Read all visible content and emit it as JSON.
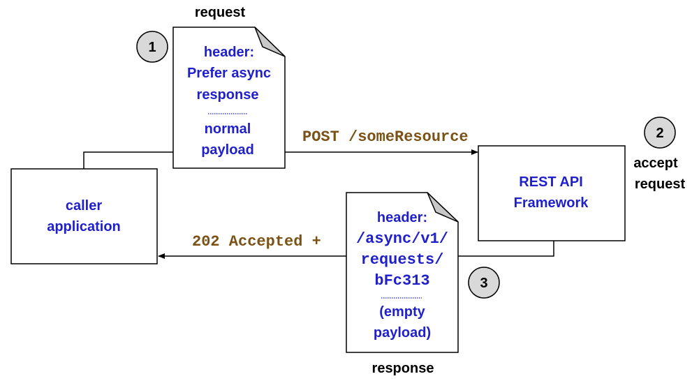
{
  "request_doc": {
    "caption": "request",
    "step": "1",
    "lines_top": [
      "header:",
      "Prefer async",
      "response"
    ],
    "lines_bottom": [
      "normal",
      "payload"
    ]
  },
  "response_doc": {
    "caption": "response",
    "step": "3",
    "lines_top": [
      "header:",
      "/async/v1/",
      "requests/",
      "bFc313"
    ],
    "lines_bottom": [
      "(empty",
      "payload)"
    ]
  },
  "caller_box": {
    "lines": [
      "caller",
      "application"
    ]
  },
  "api_box": {
    "lines": [
      "REST API",
      "Framework"
    ],
    "step": "2",
    "note_lines": [
      "accept",
      "request"
    ]
  },
  "arrows": {
    "request_label": "POST /someResource",
    "response_label": "202 Accepted +"
  },
  "colors": {
    "text_blue": "#1f1fcc",
    "code_brown": "#7a5216",
    "circle_fill": "#d9d9d9",
    "fold_fill": "#c8c8c8"
  }
}
